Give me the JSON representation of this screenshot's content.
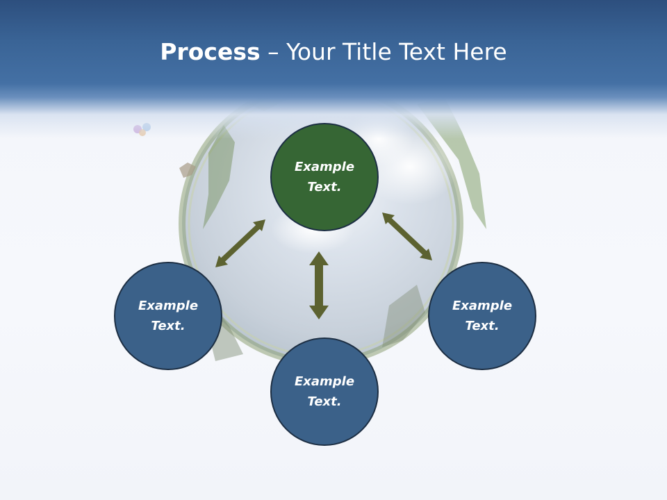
{
  "slide": {
    "title_bold": "Process",
    "title_rest": " – Your Title Text Here",
    "nodes": {
      "top": "Example\nText.",
      "left": "Example\nText.",
      "right": "Example\nText.",
      "bottom": "Example\nText."
    }
  },
  "colors": {
    "header": "#3a6496",
    "node_blue": "#3b6189",
    "node_green": "#366634",
    "arrow": "#5c6230"
  },
  "icons": [
    "globe-illustration",
    "double-arrow-icon"
  ]
}
